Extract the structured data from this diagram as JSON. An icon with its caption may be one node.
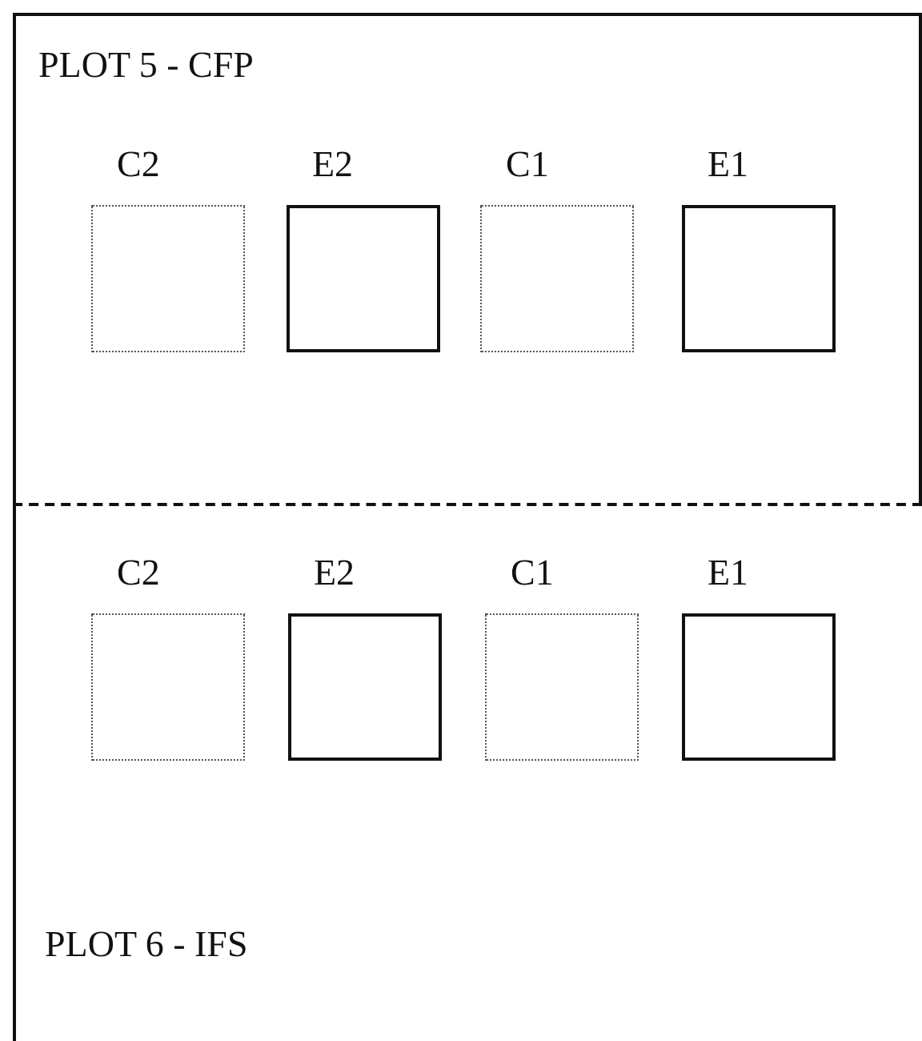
{
  "diagram": {
    "nodes": [
      {
        "text": [
          "PLOT 5 - CFP"
        ]
      },
      {
        "text": [
          "C2"
        ],
        "in": 0
      },
      {
        "text": [
          "E2"
        ],
        "in": 0
      },
      {
        "text": [
          "C1"
        ],
        "in": 0
      },
      {
        "text": [
          "E1"
        ],
        "in": 0
      },
      {
        "text": [
          "PLOT 6 - IFS"
        ]
      },
      {
        "text": [
          "C2"
        ],
        "in": 5
      },
      {
        "text": [
          "E2"
        ],
        "in": 5
      },
      {
        "text": [
          "C1"
        ],
        "in": 5
      },
      {
        "text": [
          "E1"
        ],
        "in": 5
      }
    ],
    "edges": []
  }
}
